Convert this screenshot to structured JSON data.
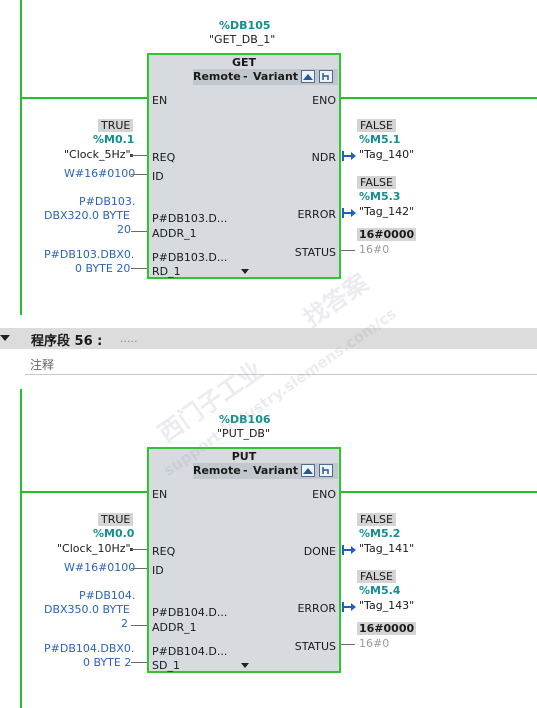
{
  "network55": {
    "instance_db": "%DB105",
    "instance_name": "\"GET_DB_1\"",
    "block_type": "GET",
    "option_remote": "Remote",
    "option_dash": "-",
    "option_variant": "Variant",
    "pins_in": [
      "EN",
      "REQ",
      "ID",
      "ADDR_1",
      "RD_1"
    ],
    "pins_out": [
      "ENO",
      "NDR",
      "ERROR",
      "STATUS"
    ],
    "req_value": "TRUE",
    "req_address": "%M0.1",
    "req_symbol": "\"Clock_5Hz\"",
    "id_value": "W#16#0100",
    "addr1_line1": "P#DB103.",
    "addr1_line2": "DBX320.0 BYTE",
    "addr1_line3": "20",
    "addr1_inner": "P#DB103.D...",
    "rd1_line1": "P#DB103.DBX0.",
    "rd1_line2": "0 BYTE 20",
    "rd1_inner": "P#DB103.D...",
    "ndr_value": "FALSE",
    "ndr_address": "%M5.1",
    "ndr_symbol": "\"Tag_140\"",
    "error_value": "FALSE",
    "error_address": "%M5.3",
    "error_symbol": "\"Tag_142\"",
    "status_value": "16#0000",
    "status_gray": "16#0"
  },
  "segment": {
    "title": "程序段 56 :",
    "dots": ".....",
    "comment": "注释"
  },
  "network56": {
    "instance_db": "%DB106",
    "instance_name": "\"PUT_DB\"",
    "block_type": "PUT",
    "option_remote": "Remote",
    "option_dash": "-",
    "option_variant": "Variant",
    "pins_in": [
      "EN",
      "REQ",
      "ID",
      "ADDR_1",
      "SD_1"
    ],
    "pins_out": [
      "ENO",
      "DONE",
      "ERROR",
      "STATUS"
    ],
    "req_value": "TRUE",
    "req_address": "%M0.0",
    "req_symbol": "\"Clock_10Hz\"",
    "id_value": "W#16#0100",
    "addr1_line1": "P#DB104.",
    "addr1_line2": "DBX350.0 BYTE",
    "addr1_line3": "2",
    "addr1_inner": "P#DB104.D...",
    "sd1_line1": "P#DB104.DBX0.",
    "sd1_line2": "0 BYTE 2",
    "sd1_inner": "P#DB104.D...",
    "done_value": "FALSE",
    "done_address": "%M5.2",
    "done_symbol": "\"Tag_141\"",
    "error_value": "FALSE",
    "error_address": "%M5.4",
    "error_symbol": "\"Tag_143\"",
    "status_value": "16#0000",
    "status_gray": "16#0"
  },
  "watermark": {
    "line1": "西门子工业",
    "line2": "找答案",
    "line3": "support.industry.siemens.com/cs"
  },
  "colors": {
    "wire": "#25c225",
    "block_fill": "#d7dbe0",
    "teal_address": "#138f8f",
    "blue_value": "#2b63b9"
  },
  "icons": [
    "tool-icon",
    "param-icon",
    "collapse-arrow-icon",
    "expand-triangle-icon"
  ]
}
